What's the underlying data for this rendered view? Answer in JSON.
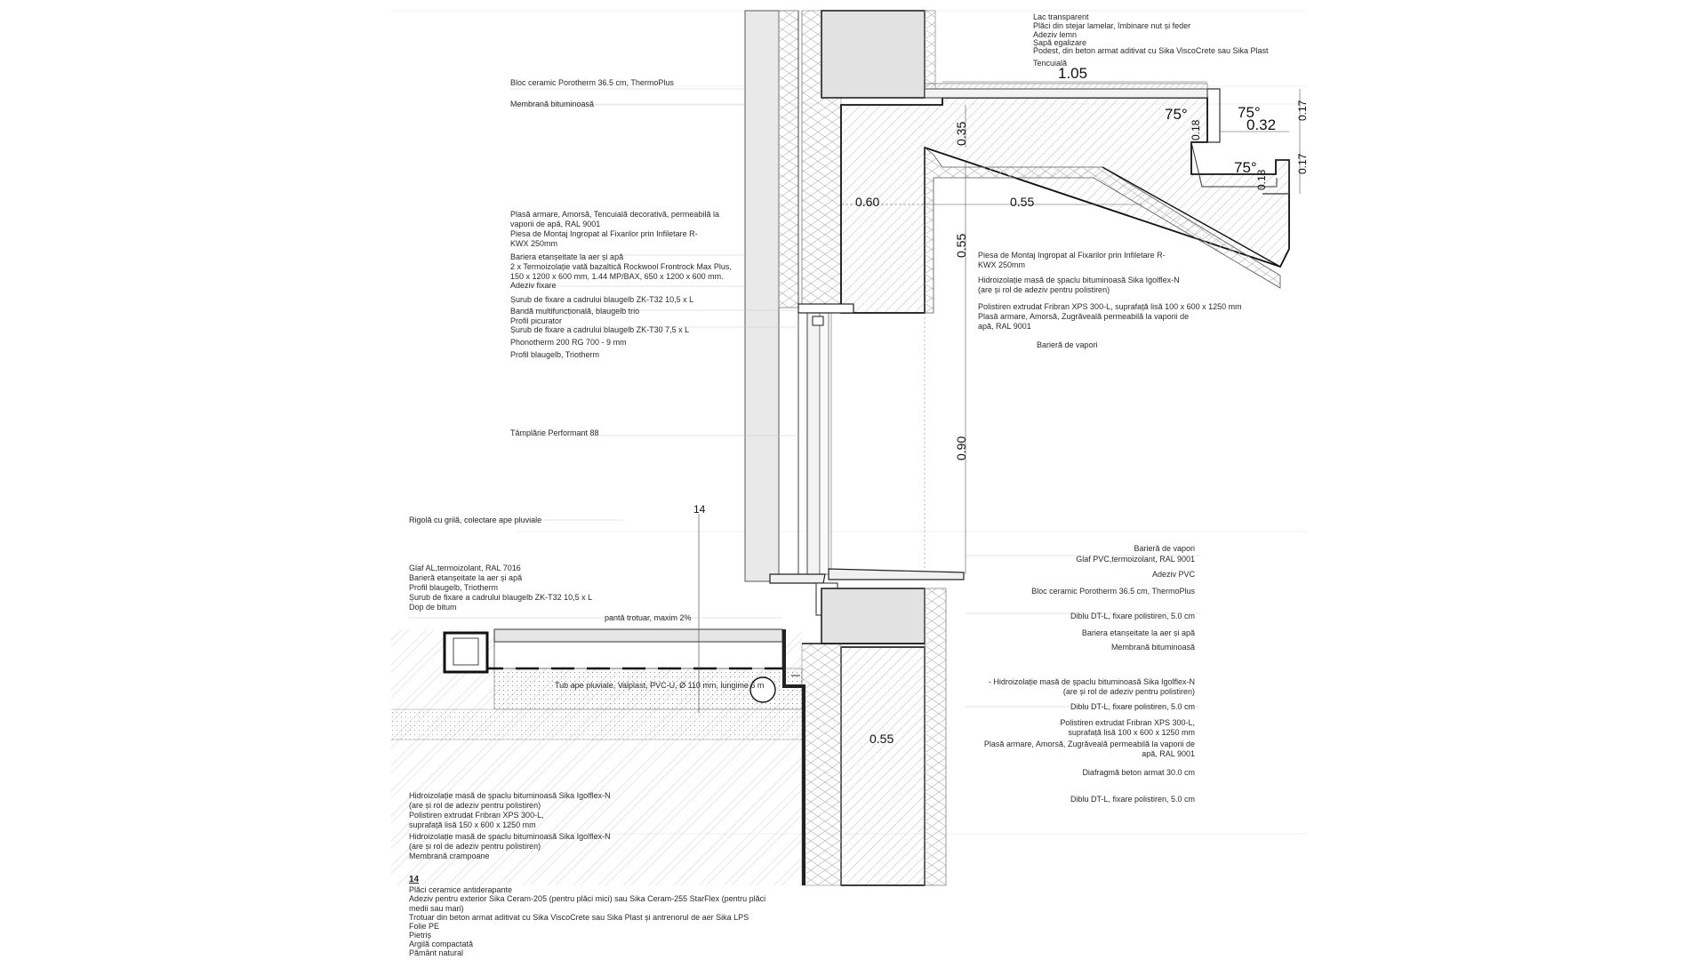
{
  "labels_top_right": [
    "Lac transparent",
    "Plăci din stejar lamelar, îmbinare nut și feder",
    "Adeziv lemn",
    "Șapă egalizare",
    "Podest, din beton armat aditivat cu Sika ViscoCrete sau Sika Plast",
    "Tencuială"
  ],
  "labels_left_upper": [
    "Bloc ceramic Porotherm 36.5 cm, ThermoPlus",
    "Membrană bituminoasă"
  ],
  "labels_left_mid": [
    "Plasă armare, Amorsă, Tencuială decorativă, permeabilă la\nvaporii de apă, RAL 9001",
    "Piesa de Montaj Ingropat al Fixarilor prin Infiletare R-\nKWX 250mm",
    "Bariera etanșeitate la aer și apă\n2 x Termoizolație vată bazaltică Rockwool Frontrock Max Plus,\n150 x 1200 x 600 mm, 1.44 MP/BAX, 650 x 1200 x 600 mm.",
    "Adeziv fixare",
    "Șurub de fixare a cadrului blaugelb ZK-T32 10,5 x L",
    "Bandă multifuncțională, blaugelb trio",
    "Profil picurator",
    "Șurub de fixare a cadrului blaugelb ZK-T30 7,5 x L",
    "Phonotherm 200 RG 700 -  9 mm",
    "Profil blaugelb, Triotherm"
  ],
  "label_window": "Tâmplărie Performant 88",
  "labels_center_mid": [
    "Piesa de Montaj Ingropat al Fixarilor prin Infiletare R-\nKWX 250mm",
    "Hidroizolație masă de șpaclu bituminoasă Sika Igolflex-N\n(are și rol de adeziv pentru polistiren)",
    "Polistiren extrudat Fribran XPS 300-L, suprafață lisă 100 x 600 x 1250 mm",
    "Plasă armare, Amorsă, Zugrăveală permeabilă la vaporii de\napă, RAL 9001",
    "Barieră de vapori"
  ],
  "labels_left_lower": [
    "Rigolă cu grilă, colectare ape pluviale",
    "Glaf AL,termoizolant, RAL 7016",
    "Barieră etanșeitate la aer și apă",
    "Profil blaugelb, Triotherm",
    "Șurub de fixare a cadrului blaugelb ZK-T32 10,5 x L",
    "Dop de bitum"
  ],
  "label_slope": "pantă trotuar, maxim 2%",
  "label_pipe": "Tub ape pluviale, Valplast, PVC-U, Ø 110 mm, lungime 6 m",
  "labels_right_lower": [
    "Barieră de vapori",
    "Glaf PVC,termoizolant, RAL 9001",
    "Adeziv PVC",
    "Bloc ceramic Porotherm 36.5 cm, ThermoPlus",
    "Diblu DT-L, fixare polistiren, 5.0 cm",
    "Bariera etanșeitate la aer și apă",
    "Membrană bituminoasă",
    "- Hidroizolație masă de șpaclu bituminoasă Sika Igolflex-N\n(are și rol de adeziv pentru polistiren)",
    "Diblu DT-L, fixare polistiren, 5.0 cm",
    "Polistiren extrudat Fribran XPS 300-L,\nsuprafață lisă 100 x 600 x 1250 mm",
    "Plasă armare, Amorsă, Zugrăveală permeabilă la vaporii de\napă, RAL 9001",
    "Diafragmă beton armat 30.0 cm",
    "Diblu DT-L, fixare polistiren, 5.0 cm"
  ],
  "labels_bottom_left": [
    "Hidroizolație masă de șpaclu bituminoasă Sika Igolflex-N\n(are și rol de adeziv pentru polistiren)",
    "Polistiren extrudat Fribran XPS 300-L,\nsuprafață lisă 150 x 600 x 1250 mm",
    "Hidroizolație masă de șpaclu bituminoasă Sika Igolflex-N\n(are și rol de adeziv pentru polistiren)",
    "Membrană crampoane"
  ],
  "section_marker": "14",
  "legend_14": {
    "title": "14",
    "items": [
      "Plăci ceramice antiderapante",
      "Adeziv pentru exterior Sika Ceram-205 (pentru plăci mici) sau Sika Ceram-255 StarFlex (pentru plăci\nmedii sau mari)",
      "Trotuar din beton armat aditivat cu Sika ViscoCrete sau Sika Plast și antrenorul de aer Sika LPS",
      "Folie PE",
      "Pietriș",
      "Argilă compactată",
      "Pământ natural"
    ]
  },
  "dimensions": {
    "d105": "1.05",
    "d035": "0.35",
    "d060": "0.60",
    "d055a": "0.55",
    "d055b": "0.55",
    "d090": "0.90",
    "d055c": "0.55",
    "d032": "0.32",
    "d017a": "0.17",
    "d017b": "0.17",
    "d018a": "0.18",
    "d018b": "0.18",
    "a75a": "75°",
    "a75b": "75°",
    "a75c": "75°"
  }
}
